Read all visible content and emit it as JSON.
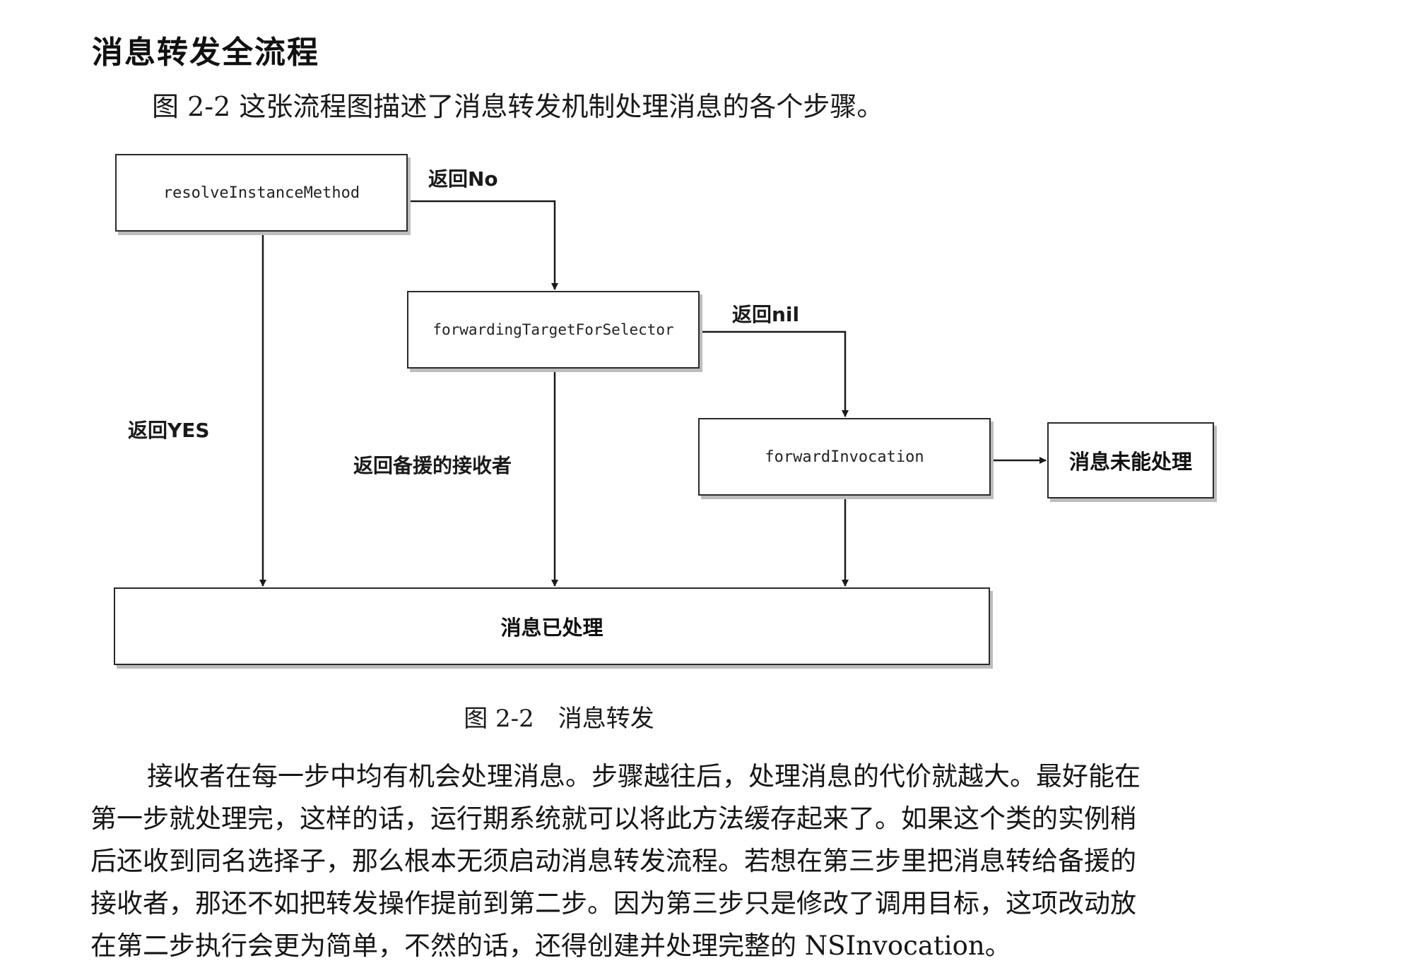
{
  "heading": "消息转发全流程",
  "intro": "图 2-2 这张流程图描述了消息转发机制处理消息的各个步骤。",
  "diagram": {
    "boxes": {
      "resolve": "resolveInstanceMethod",
      "forwarding_target": "forwardingTargetForSelector",
      "forward_invocation": "forwardInvocation",
      "unhandled": "消息未能处理",
      "handled": "消息已处理"
    },
    "edge_labels": {
      "return_no": "返回No",
      "return_nil": "返回nil",
      "return_yes": "返回YES",
      "return_backup_receiver": "返回备援的接收者"
    }
  },
  "caption": "图 2-2　消息转发",
  "paragraph_lines": [
    "接收者在每一步中均有机会处理消息。步骤越往后，处理消息的代价就越大。最好能在",
    "第一步就处理完，这样的话，运行期系统就可以将此方法缓存起来了。如果这个类的实例稍",
    "后还收到同名选择子，那么根本无须启动消息转发流程。若想在第三步里把消息转给备援的",
    "接收者，那还不如把转发操作提前到第二步。因为第三步只是修改了调用目标，这项改动放",
    "在第二步执行会更为简单，不然的话，还得创建并处理完整的 NSInvocation。"
  ]
}
